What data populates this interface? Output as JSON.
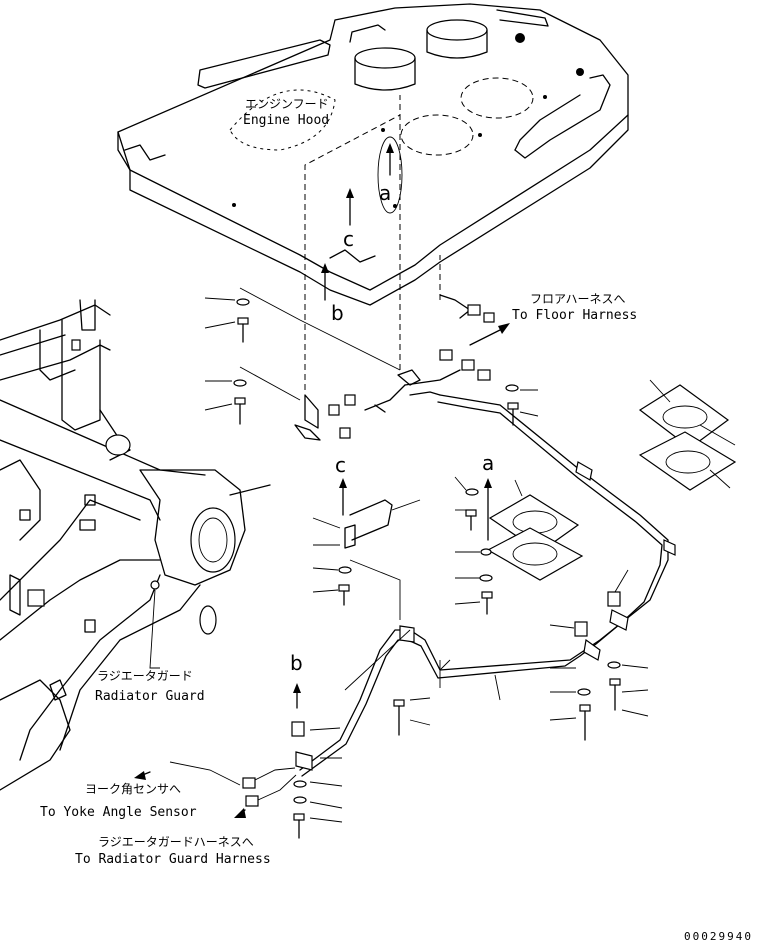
{
  "labels": {
    "engine_hood_jp": "エンジンフード",
    "engine_hood_en": "Engine Hood",
    "floor_harness_jp": "フロアハーネスへ",
    "floor_harness_en": "To Floor Harness",
    "radiator_guard_jp": "ラジエータガード",
    "radiator_guard_en": "Radiator Guard",
    "yoke_sensor_jp": "ヨーク角センサへ",
    "yoke_sensor_en": "To Yoke Angle Sensor",
    "radiator_harness_jp": "ラジエータガードハーネスへ",
    "radiator_harness_en": "To Radiator Guard Harness"
  },
  "ref_marks": {
    "a_top": "a",
    "a_mid": "a",
    "b_top": "b",
    "b_mid": "b",
    "c_top": "c",
    "c_mid": "c"
  },
  "drawing_number": "00029940"
}
